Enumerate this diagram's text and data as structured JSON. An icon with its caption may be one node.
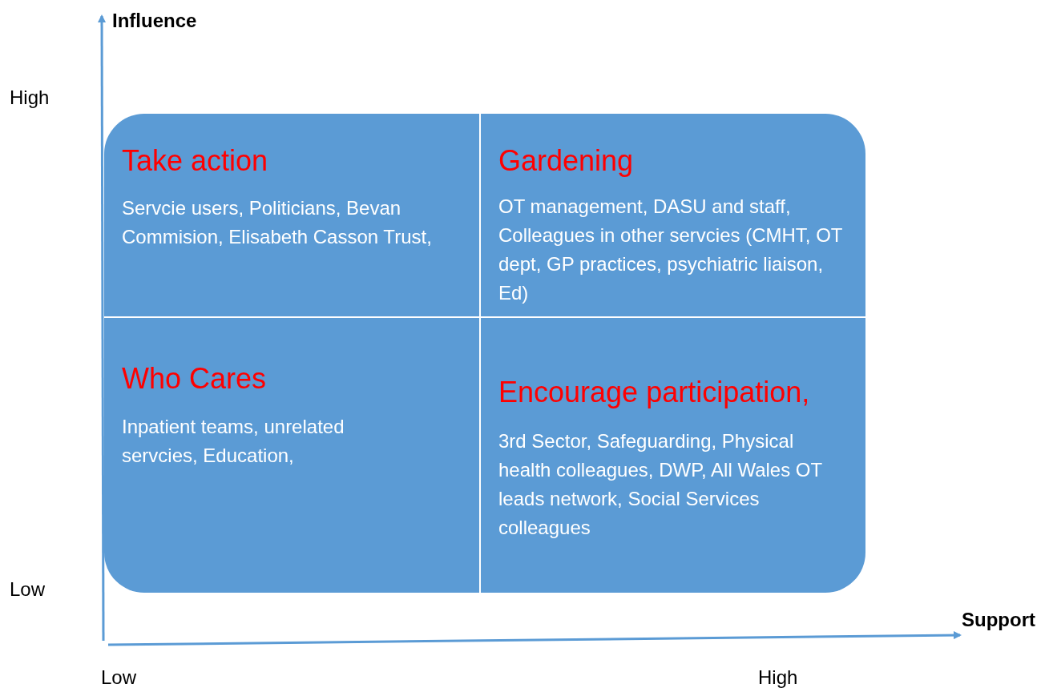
{
  "diagram": {
    "nodes": [
      {
        "text": [],
        "shape": "box"
      },
      {
        "text": [
          "Take action",
          "Servcie users, Politicians, Bevan Commision, Elisabeth Casson Trust,"
        ],
        "in": 0
      },
      {
        "text": [
          "Gardening",
          "OT management, DASU and staff, Colleagues in other servcies (CMHT, OT dept,  GP practices, psychiatric liaison, Ed)"
        ],
        "in": 0
      },
      {
        "text": [
          "Who Cares",
          "Inpatient teams, unrelated servcies, Education,"
        ],
        "in": 0
      },
      {
        "text": [
          "Encourage participation,",
          "3rd Sector, Safeguarding, Physical health colleagues, DWP, All Wales OT leads network, Social Services colleagues"
        ],
        "in": 0
      }
    ],
    "edges": [],
    "labels": [
      "Influence",
      "High",
      "Low",
      "Support",
      "Low",
      "High"
    ]
  }
}
